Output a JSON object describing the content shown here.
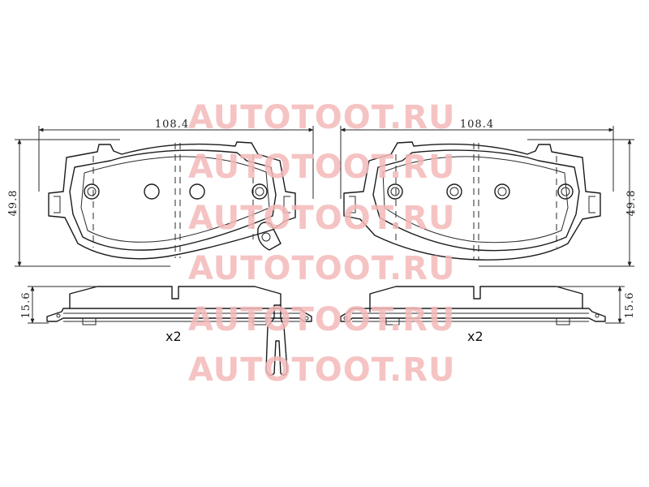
{
  "dimensions": {
    "width_left": "108.4",
    "width_right": "108.4",
    "height_left": "49.8",
    "height_right": "49.8",
    "thickness_left": "15.6",
    "thickness_right": "15.6"
  },
  "quantity": {
    "left": "x2",
    "right": "x2"
  },
  "watermark": {
    "text": "AUTOTOOT.RU",
    "color": "#f3b9b9",
    "count": 6
  }
}
